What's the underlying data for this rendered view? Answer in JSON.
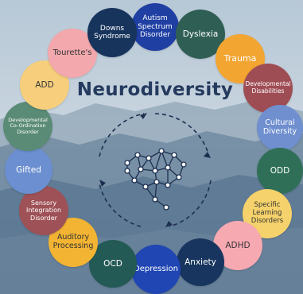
{
  "title": "Neurodiversity",
  "conditions": [
    {
      "key": "autism",
      "label": "Autism Spectrum Disorder",
      "color": "#1f3fa3",
      "text_color": "#ffffff"
    },
    {
      "key": "dyslexia",
      "label": "Dyslexia",
      "color": "#2f5f54",
      "text_color": "#ffffff"
    },
    {
      "key": "trauma",
      "label": "Trauma",
      "color": "#f2a531",
      "text_color": "#ffffff"
    },
    {
      "key": "developmental-disabilities",
      "label": "Developmental Disabilities",
      "color": "#9f4d54",
      "text_color": "#ffffff"
    },
    {
      "key": "cultural-diversity",
      "label": "Cultural Diversity",
      "color": "#6f8fcf",
      "text_color": "#ffffff"
    },
    {
      "key": "odd",
      "label": "ODD",
      "color": "#2f6f58",
      "text_color": "#ffffff"
    },
    {
      "key": "specific-learning-disorders",
      "label": "Specific Learning Disorders",
      "color": "#f5d26b",
      "text_color": "#333333"
    },
    {
      "key": "adhd",
      "label": "ADHD",
      "color": "#f7a9b2",
      "text_color": "#333333"
    },
    {
      "key": "anxiety",
      "label": "Anxiety",
      "color": "#17355f",
      "text_color": "#ffffff"
    },
    {
      "key": "depression",
      "label": "Depression",
      "color": "#1f46b3",
      "text_color": "#ffffff"
    },
    {
      "key": "ocd",
      "label": "OCD",
      "color": "#245a55",
      "text_color": "#ffffff"
    },
    {
      "key": "auditory-processing",
      "label": "Auditory Processing",
      "color": "#f3b433",
      "text_color": "#333333"
    },
    {
      "key": "sensory-integration-disorder",
      "label": "Sensory Integration Disorder",
      "color": "#9e5156",
      "text_color": "#ffffff"
    },
    {
      "key": "gifted",
      "label": "Gifted",
      "color": "#6b8fd0",
      "text_color": "#ffffff"
    },
    {
      "key": "developmental-coordination-disorder",
      "label": "Developmental Co-Ordination Disorder",
      "color": "#5a8b76",
      "text_color": "#ffffff"
    },
    {
      "key": "add",
      "label": "ADD",
      "color": "#f7cf7c",
      "text_color": "#333333"
    },
    {
      "key": "tourettes",
      "label": "Tourette's",
      "color": "#f2a8ac",
      "text_color": "#333333"
    },
    {
      "key": "downs-syndrome",
      "label": "Downs Syndrome",
      "color": "#17345c",
      "text_color": "#ffffff"
    }
  ],
  "colors": {
    "title": "#243a5e",
    "sky": "#b9c9d6",
    "mountain": "#5d7892",
    "arrows": "#1d2f4f"
  }
}
